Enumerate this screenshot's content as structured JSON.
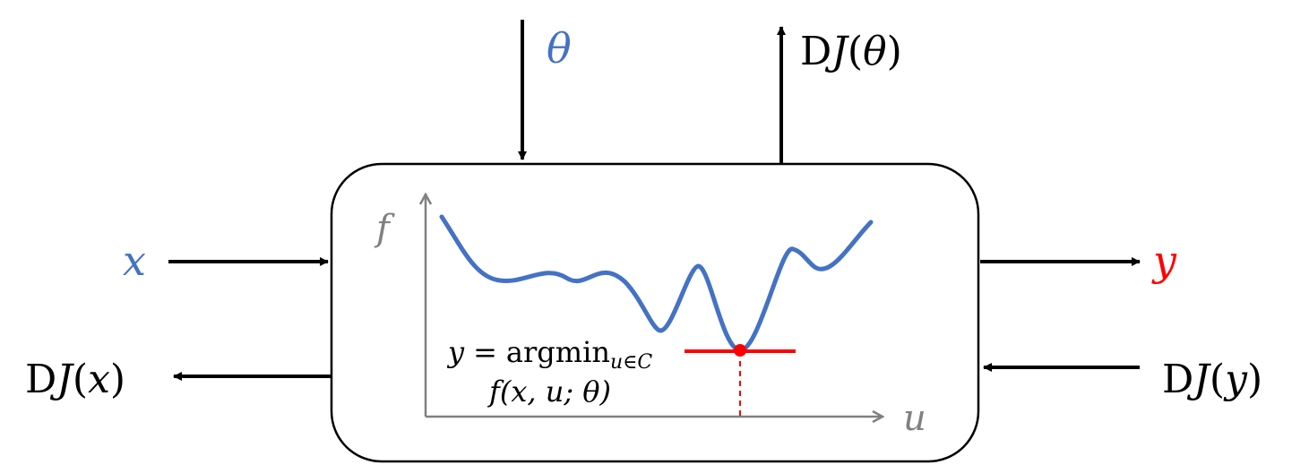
{
  "inputs": {
    "theta": {
      "label": "θ",
      "color": "#4472C4"
    },
    "x": {
      "label": "x",
      "color": "#4472C4"
    }
  },
  "outputs": {
    "y": {
      "label": "y",
      "color": "#FF0000"
    }
  },
  "gradients": {
    "d_theta": {
      "prefix": "D",
      "fn": "J",
      "open": "(",
      "arg": "θ",
      "close": ")"
    },
    "d_x": {
      "prefix": "D",
      "fn": "J",
      "open": "(",
      "arg": "x",
      "close": ")"
    },
    "d_y": {
      "prefix": "D",
      "fn": "J",
      "open": "(",
      "arg": "y",
      "close": ")"
    }
  },
  "plot": {
    "y_axis_label": "f",
    "x_axis_label": "u",
    "curve_color": "#4472C4",
    "minimum_color": "#FF0000",
    "axis_color": "#808080",
    "annotation": {
      "lhs": "y",
      "equals": "=",
      "operator": "argmin",
      "subscript": "u∈C",
      "objective": "f(x, u; θ)"
    }
  },
  "colors": {
    "arrow": "#000000",
    "box_border": "#000000",
    "text": "#000000"
  }
}
